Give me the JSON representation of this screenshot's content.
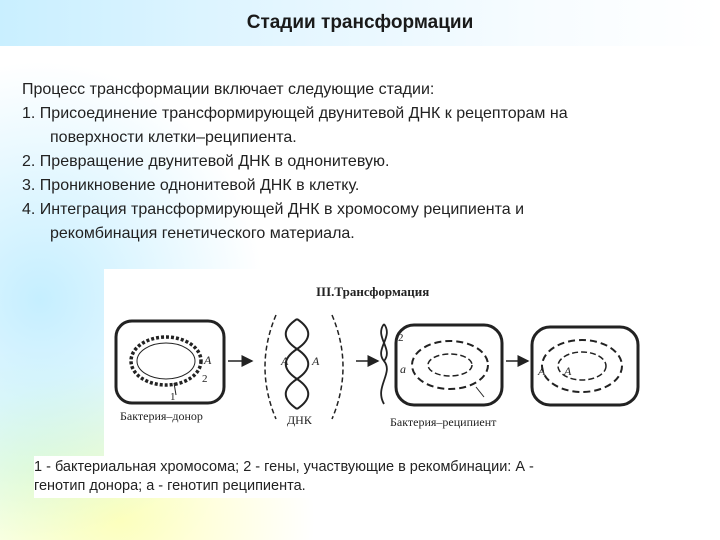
{
  "slide": {
    "title": "Стадии трансформации",
    "intro": "Процесс трансформации включает следующие стадии:",
    "steps": [
      {
        "line1": "1. Присоединение трансформирующей двунитевой ДНК к рецепторам на",
        "line2": "поверхности клетки–реципиента."
      },
      {
        "line1": "2. Превращение двунитевой ДНК в однонитевую."
      },
      {
        "line1": "3. Проникновение однонитевой ДНК в клетку."
      },
      {
        "line1": "4. Интеграция трансформирующей ДНК в хромосому реципиента и",
        "line2": "рекомбинация генетического материала."
      }
    ],
    "figure": {
      "heading": "III.Трансформация",
      "label_donor": "Бактерия–донор",
      "label_dna": "ДНК",
      "label_recipient": "Бактерия–реципиент",
      "num_1": "1",
      "num_2": "2",
      "gene_A": "A",
      "gene_a": "a"
    },
    "caption_line1": "1 - бактериальная хромосома; 2 - гены, участвующие в рекомбинации: А -",
    "caption_line2": "генотип донора; а - генотип реципиента.",
    "colors": {
      "title_bar": "#c9efff",
      "text": "#222222"
    }
  }
}
